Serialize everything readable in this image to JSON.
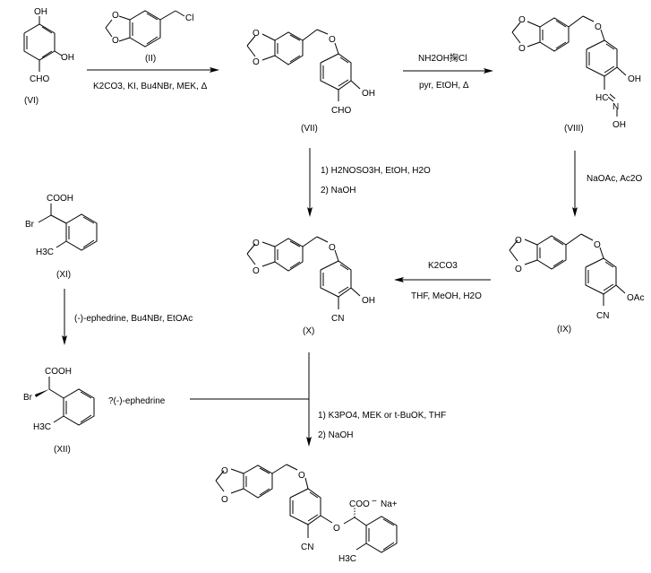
{
  "title": "Synthesis scheme of sodium (S)-2-[5-(1,3-benzodioxol-5-ylmethoxy)-2-cyanophenoxy]-2-(2-methylphenyl)acetate",
  "compounds": {
    "VI": {
      "label": "(VI)",
      "groups": {
        "top": "OH",
        "right": "OH",
        "bottom": "CHO"
      }
    },
    "II": {
      "label": "(II)",
      "groups": {
        "o1": "O",
        "o2": "O",
        "cl": "Cl"
      }
    },
    "VII": {
      "label": "(VII)",
      "groups": {
        "o1": "O",
        "o2": "O",
        "ether": "O",
        "oh": "OH",
        "bottom": "CHO"
      }
    },
    "VIII": {
      "label": "(VIII)",
      "groups": {
        "o1": "O",
        "o2": "O",
        "ether": "O",
        "oh": "OH",
        "hc": "HC",
        "n": "N",
        "noh": "OH"
      }
    },
    "IX": {
      "label": "(IX)",
      "groups": {
        "o1": "O",
        "o2": "O",
        "ether": "O",
        "oac": "OAc",
        "cn": "CN"
      }
    },
    "X": {
      "label": "(X)",
      "groups": {
        "o1": "O",
        "o2": "O",
        "ether": "O",
        "oh": "OH",
        "cn": "CN"
      }
    },
    "XI": {
      "label": "(XI)",
      "groups": {
        "cooh": "COOH",
        "br": "Br",
        "h3c": "H3C"
      }
    },
    "XII": {
      "label": "(XII)",
      "groups": {
        "cooh": "COOH",
        "br": "Br",
        "h3c": "H3C"
      }
    },
    "product": {
      "label": "",
      "groups": {
        "o1": "O",
        "o2": "O",
        "ether": "O",
        "ether2": "O",
        "cn": "CN",
        "coo": "COO",
        "charge": "−",
        "na": "Na+",
        "h3c": "H3C"
      }
    }
  },
  "reactions": {
    "r1": {
      "reagent_above": "(II)",
      "conditions": "K2CO3, KI, Bu4NBr, MEK, Δ"
    },
    "r2": {
      "reagent_above": "NH2OH掬Cl",
      "conditions": "pyr, EtOH, Δ"
    },
    "r3": {
      "step1": "1) H2NOSO3H, EtOH, H2O",
      "step2": "2) NaOH"
    },
    "r4": {
      "conditions": "NaOAc, Ac2O"
    },
    "r5": {
      "reagent_above": "K2CO3",
      "conditions": "THF, MeOH, H2O"
    },
    "r6": {
      "conditions": "(-)-ephedrine, Bu4NBr, EtOAc"
    },
    "r7": {
      "salt": "?(-)-ephedrine",
      "step1": "1) K3PO4, MEK or t-BuOK, THF",
      "step2": "2) NaOH"
    }
  }
}
